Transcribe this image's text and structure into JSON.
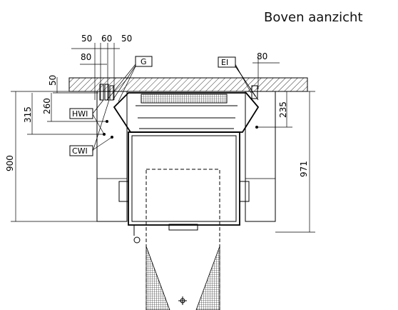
{
  "title": "Boven aanzicht",
  "dimensions": {
    "top_50_a": "50",
    "top_60": "60",
    "top_50_b": "50",
    "left_80": "80",
    "right_80": "80",
    "left_50": "50",
    "d315": "315",
    "d260": "260",
    "d900": "900",
    "d235": "235",
    "d971": "971"
  },
  "labels": {
    "g": "G",
    "ei": "EI",
    "hwi": "HWI",
    "cwi": "CWI"
  }
}
